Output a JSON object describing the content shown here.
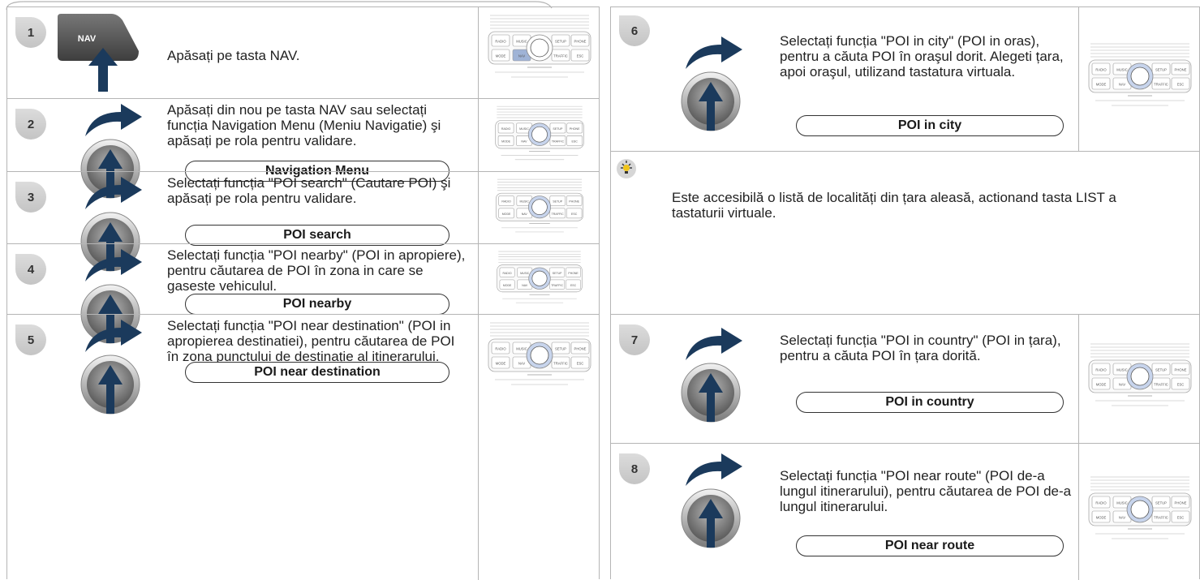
{
  "left_steps": [
    {
      "number": "1",
      "text": "Apăsați pe tasta NAV.",
      "button": "",
      "key_label": "NAV"
    },
    {
      "number": "2",
      "text": "Apăsați din nou pe tasta NAV sau selectați funcția Navigation Menu (Meniu Navigatie) şi apăsați pe rola pentru validare.",
      "button": "Navigation Menu"
    },
    {
      "number": "3",
      "text": "Selectați funcția \"POI search\" (Cautare POI) şi apăsați pe rola pentru validare.",
      "button": "POI search"
    },
    {
      "number": "4",
      "text": "Selectați funcția \"POI nearby\" (POI in apropiere), pentru căutarea de POI în zona in care se gaseste vehiculul.",
      "button": "POI nearby"
    },
    {
      "number": "5",
      "text": "Selectați funcția \"POI near destination\" (POI in apropierea destinatiei), pentru căutarea de POI în zona punctului de destinație al itinerarului.",
      "button": "POI near destination"
    }
  ],
  "right_steps": [
    {
      "number": "6",
      "text": "Selectați funcția \"POI in city\" (POI in oras), pentru a căuta POI în oraşul dorit. Alegeti țara, apoi oraşul, utilizand tastatura virtuala.",
      "button": "POI in city"
    },
    {
      "number": "7",
      "text": "Selectați funcția \"POI in country\" (POI in țara), pentru a căuta POI în țara dorită.",
      "button": "POI in country"
    },
    {
      "number": "8",
      "text": "Selectați funcția \"POI near route\" (POI de-a lungul itinerarului), pentru căutarea de POI de-a lungul itinerarului.",
      "button": "POI near route"
    }
  ],
  "tip": {
    "text": "Este accesibilă o listă de localități din țara aleasă, actionand tasta LIST a tastaturii virtuale.",
    "icon": "lightbulb-icon"
  },
  "panel_labels": {
    "radio": "RADIO",
    "music": "MUSIC",
    "setup": "SETUP",
    "phone": "PHONE",
    "mode": "MODE",
    "nav": "NAV",
    "traffic": "TRAFFIC",
    "esc": "ESC"
  },
  "colors": {
    "arrow": "#1b3a5c",
    "dial_outer": "#6e6e6e",
    "dial_inner": "#9c9c9c",
    "highlight": "#9fb3d6",
    "border": "#b5b5b5"
  }
}
